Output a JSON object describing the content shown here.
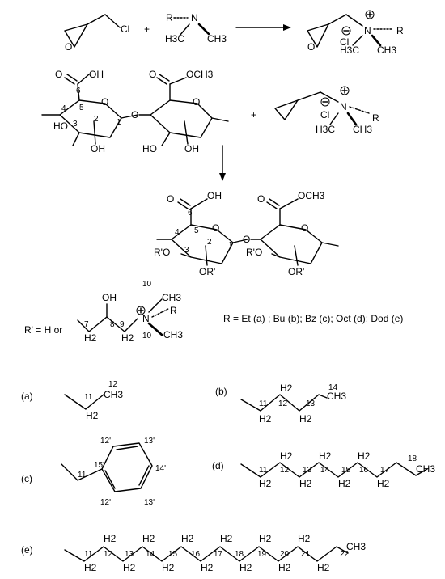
{
  "reaction1": {
    "cl": "Cl",
    "plus": "+",
    "amine_r": "R",
    "amine_n": "N",
    "h3c": "H3C",
    "ch3": "CH3",
    "prod_cl": "Cl",
    "prod_n": "N",
    "prod_r": "R",
    "prod_h3c": "H3C",
    "prod_ch3": "CH3",
    "o_label": "O"
  },
  "reaction2": {
    "cooh": "OH",
    "coome": "OCH3",
    "oh": "HO",
    "oh2": "OH",
    "o": "O",
    "plus": "+",
    "cl": "Cl",
    "n": "N",
    "r": "R",
    "h3c": "H3C",
    "ch3": "CH3"
  },
  "product": {
    "oh": "OH",
    "ome": "OCH3",
    "ro": "R'O",
    "or": "OR'",
    "o": "O"
  },
  "definitions": {
    "r_prime_prefix": "R' =  H or",
    "oh": "OH",
    "ch3": "CH3",
    "r": "R",
    "n": "N",
    "h2": "H2",
    "r_list": "R = Et (a) ; Bu (b); Bz (c); Oct (d); Dod (e)"
  },
  "substituents": {
    "a": "(a)",
    "b": "(b)",
    "c": "(c)",
    "d": "(d)",
    "e": "(e)",
    "ch3": "CH3",
    "h2": "H2"
  },
  "atom_numbers": {
    "ring": [
      "6",
      "5",
      "4",
      "3",
      "2",
      "1"
    ],
    "chain": [
      "7",
      "8",
      "9",
      "10"
    ],
    "a": [
      "11",
      "12"
    ],
    "b": [
      "11",
      "12",
      "13",
      "14"
    ],
    "c": [
      "11",
      "15'",
      "12'",
      "13'",
      "14'"
    ],
    "d": [
      "11",
      "12",
      "13",
      "14",
      "15",
      "16",
      "17",
      "18"
    ],
    "e": [
      "11",
      "12",
      "13",
      "14",
      "15",
      "16",
      "17",
      "18",
      "19",
      "20",
      "21",
      "22"
    ]
  }
}
